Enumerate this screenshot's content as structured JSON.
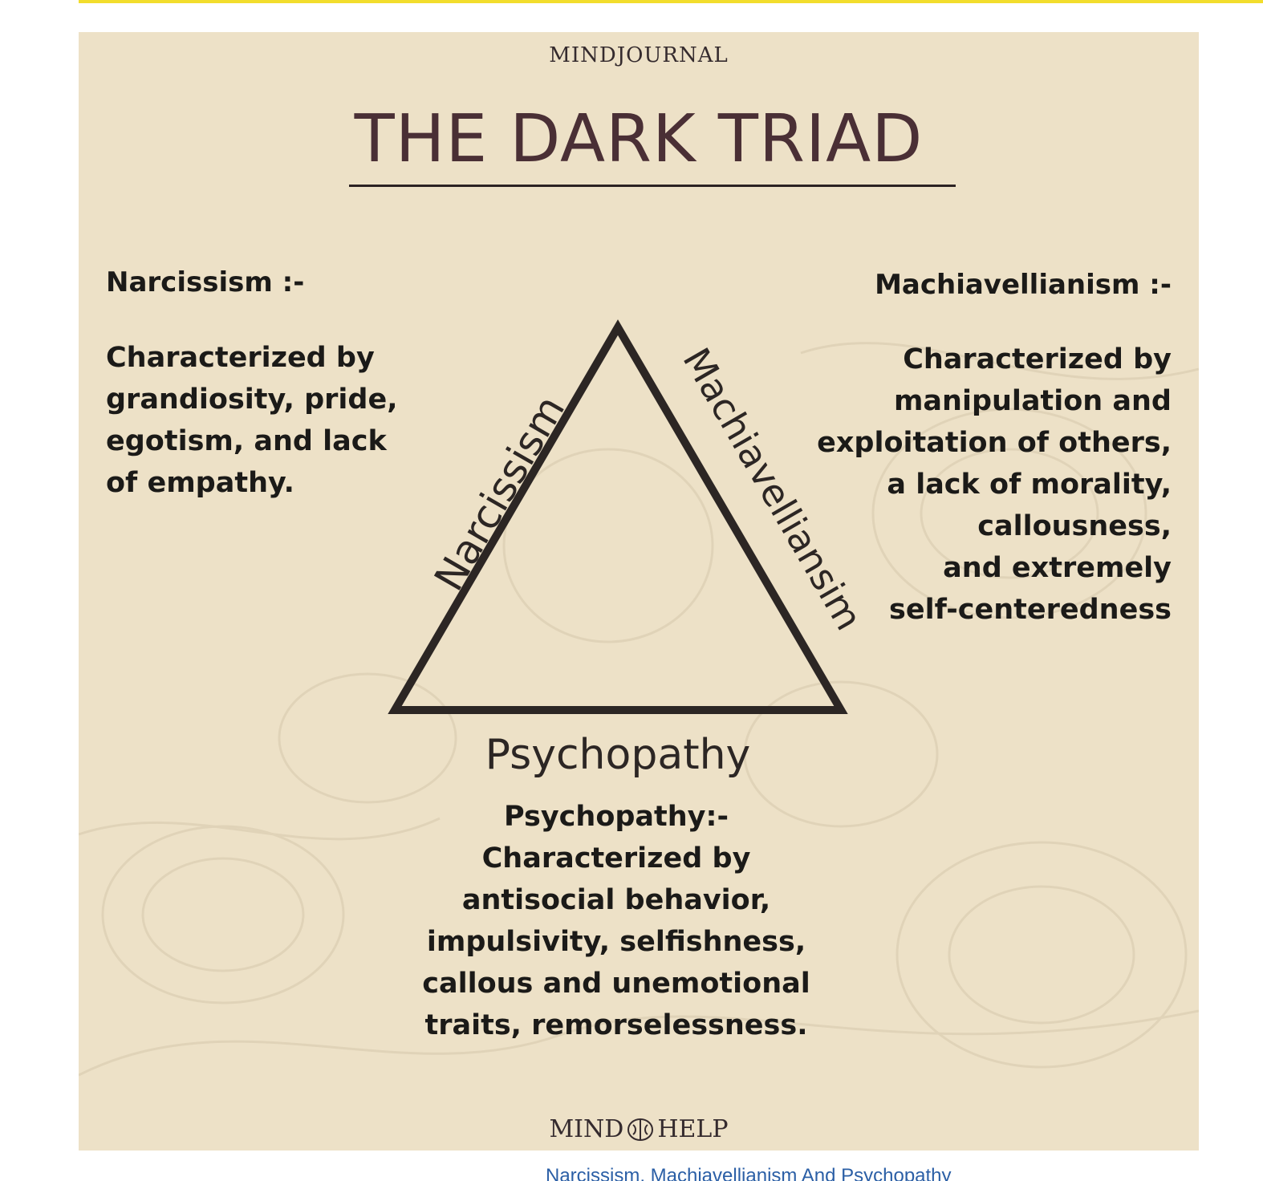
{
  "colors": {
    "card_background": "#ede1c7",
    "top_accent": "#f2dd2c",
    "title_color": "#4a2f35",
    "text_color": "#1b1a18",
    "caption_link": "#2b5fa6"
  },
  "header": {
    "brand_top": "MINDJOURNAL",
    "title": "THE DARK TRIAD"
  },
  "narcissism": {
    "heading": "Narcissism :-",
    "lines": [
      "Characterized by",
      "grandiosity, pride,",
      "egotism, and lack",
      "of empathy."
    ]
  },
  "machiavellianism": {
    "heading": "Machiavellianism :-",
    "lines": [
      "Characterized by",
      "manipulation and",
      "exploitation of others,",
      "a lack of morality,",
      "callousness,",
      "and extremely",
      "self-centeredness"
    ]
  },
  "triangle": {
    "left_label": "Narcissism",
    "right_label": "Machiavelliansim",
    "bottom_label": "Psychopathy"
  },
  "psychopathy": {
    "heading": "Psychopathy:-",
    "lines": [
      "Characterized by",
      "antisocial behavior,",
      "impulsivity, selfishness,",
      "callous and unemotional",
      "traits, remorselessness."
    ]
  },
  "footer": {
    "brand_left": "MIND",
    "brand_right": "HELP",
    "logo_icon": "brain-icon"
  },
  "caption": "Narcissism, Machiavellianism And Psychopathy"
}
